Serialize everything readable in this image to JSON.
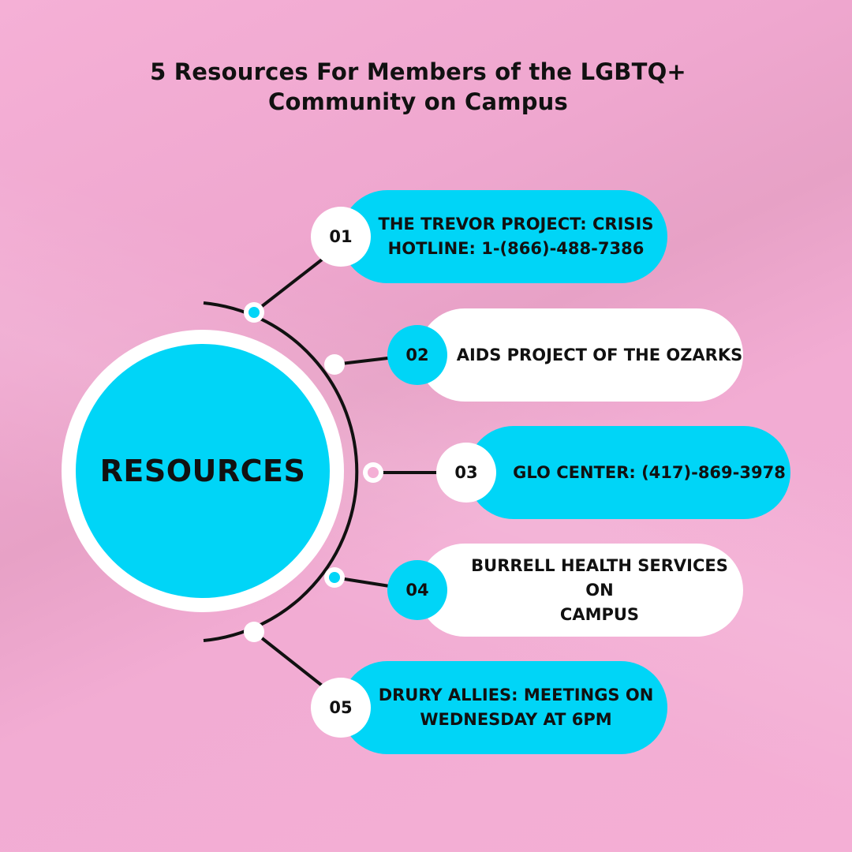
{
  "title": {
    "line1": "5 Resources For Members of the LGBTQ+",
    "line2": "Community on Campus"
  },
  "hub": {
    "label": "RESOURCES"
  },
  "items": [
    {
      "number": "01",
      "line1": "THE TREVOR PROJECT: CRISIS",
      "line2": "HOTLINE: 1-(866)-488-7386"
    },
    {
      "number": "02",
      "line1": "AIDS PROJECT OF THE OZARKS",
      "line2": ""
    },
    {
      "number": "03",
      "line1": "GLO CENTER: (417)-869-3978",
      "line2": ""
    },
    {
      "number": "04",
      "line1": "BURRELL HEALTH SERVICES ON",
      "line2": "CAMPUS"
    },
    {
      "number": "05",
      "line1": "DRURY ALLIES: MEETINGS ON",
      "line2": "WEDNESDAY AT 6PM"
    }
  ],
  "colors": {
    "cyan": "#00d5f7",
    "pink_background": "#f4afd5",
    "white": "#ffffff",
    "text": "#111111"
  }
}
